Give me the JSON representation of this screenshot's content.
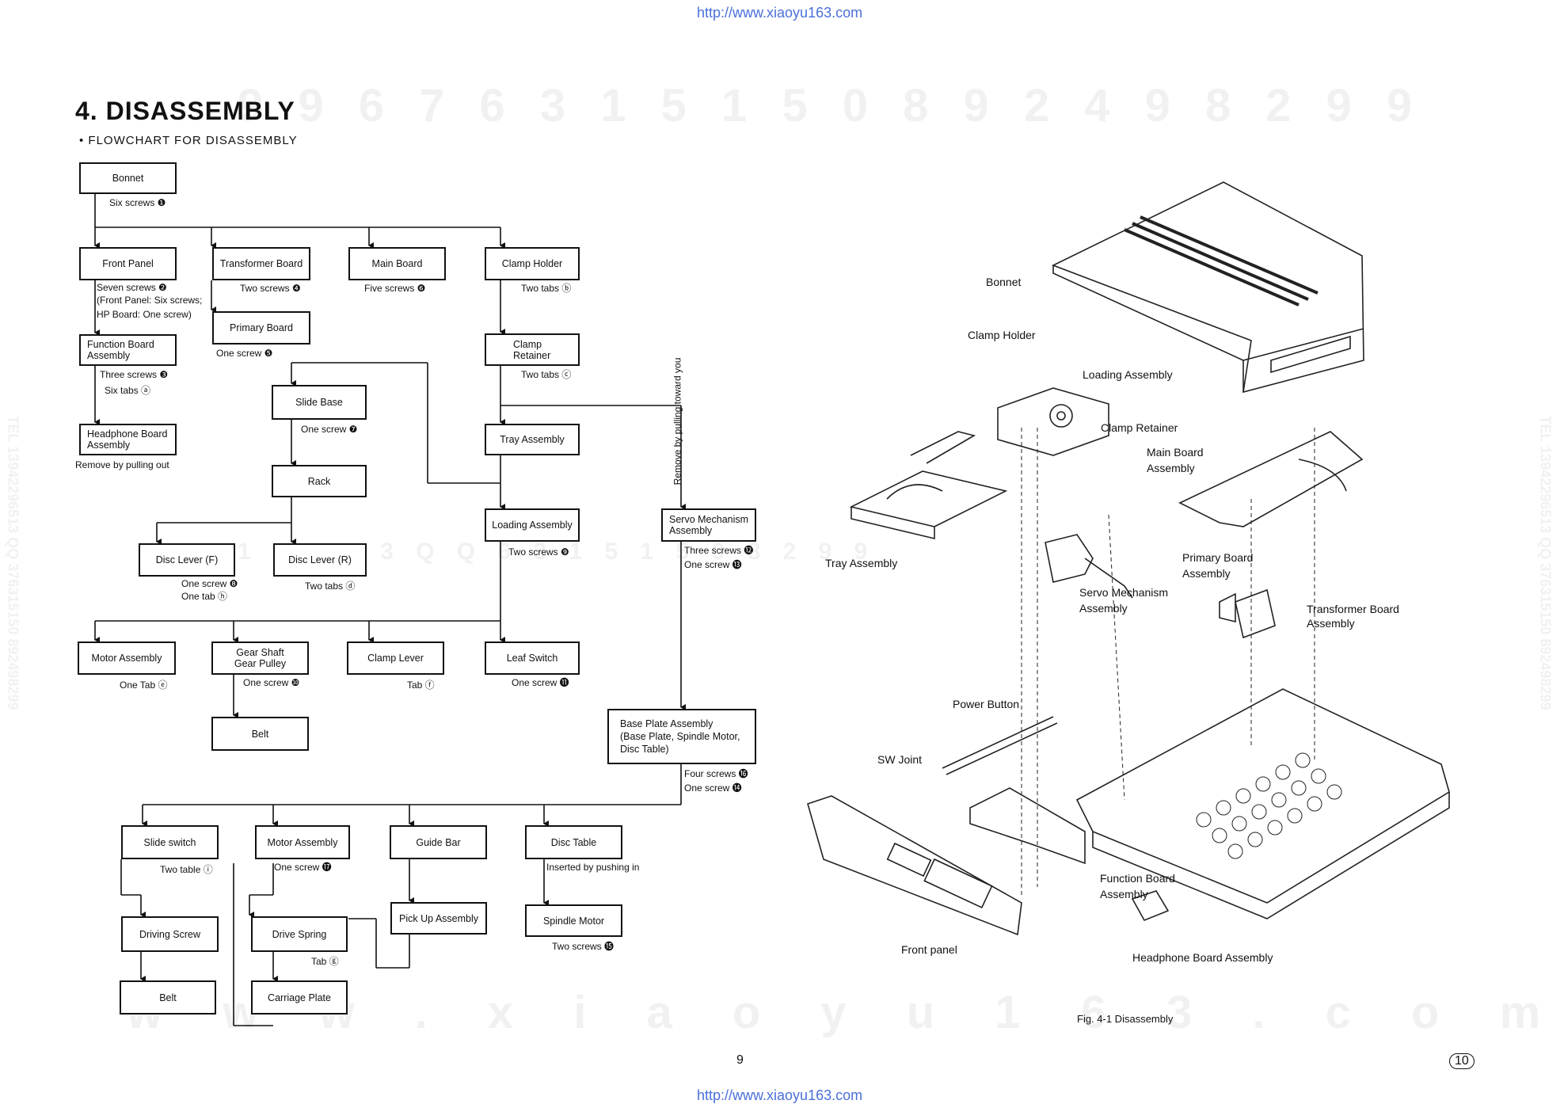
{
  "header_url": "http://www.xiaoyu163.com",
  "footer_url": "http://www.xiaoyu163.com",
  "title": "4.  DISASSEMBLY",
  "subtitle": "• FLOWCHART FOR DISASSEMBLY",
  "watermarks": {
    "top": "9 9 6 7 6 3 1 5 1 5 0     8 9 2 4 9 8 2 9 9",
    "middle": "1 2 9 6 3   Q Q   6 3 1 5 1 5 0   8 2 9 9",
    "bottom": "w w w . x i a o y u 1 6 3 . c o m",
    "side_left": "TEL 13942296513  QQ 376315150  892498299",
    "side_right": "TEL 13942296513  QQ 376315150  892498299"
  },
  "flow": {
    "nodes": {
      "bonnet": "Bonnet",
      "front_panel": "Front Panel",
      "transformer_board": "Transformer Board",
      "main_board": "Main Board",
      "clamp_holder": "Clamp Holder",
      "primary_board": "Primary Board",
      "function_board_1": "Function Board",
      "function_board_2": "Assembly",
      "clamp_retainer_1": "Clamp",
      "clamp_retainer_2": "Retainer",
      "headphone_board_1": "Headphone Board",
      "headphone_board_2": "Assembly",
      "slide_base": "Slide Base",
      "tray_assembly": "Tray Assembly",
      "rack": "Rack",
      "loading_assembly": "Loading Assembly",
      "servo_1": "Servo Mechanism",
      "servo_2": "Assembly",
      "disc_lever_f": "Disc Lever (F)",
      "disc_lever_r": "Disc Lever (R)",
      "motor_assembly_1": "Motor Assembly",
      "gear_shaft_1": "Gear Shaft",
      "gear_shaft_2": "Gear Pulley",
      "clamp_lever": "Clamp Lever",
      "leaf_switch": "Leaf Switch",
      "belt_1": "Belt",
      "base_plate_1": "Base Plate Assembly",
      "base_plate_2": "(Base Plate, Spindle Motor,",
      "base_plate_3": "Disc Table)",
      "slide_switch": "Slide switch",
      "motor_assembly_2": "Motor Assembly",
      "guide_bar": "Guide Bar",
      "disc_table": "Disc Table",
      "pick_up": "Pick Up Assembly",
      "spindle_motor": "Spindle Motor",
      "driving_screw": "Driving Screw",
      "drive_spring": "Drive Spring",
      "belt_2": "Belt",
      "carriage_plate": "Carriage Plate"
    },
    "notes": {
      "bonnet": "Six screws ❶",
      "front_panel_1": "Seven screws ❷",
      "front_panel_2": "(Front Panel:  Six screws;",
      "front_panel_3": "HP Board:  One screw)",
      "transformer": "Two screws ❹",
      "main_board": "Five screws ❻",
      "clamp_holder": "Two tabs ⓑ",
      "primary_board": "One screw ❺",
      "function_board_1": "Three screws ❸",
      "function_board_2": "Six tabs ⓐ",
      "clamp_retainer": "Two tabs ⓒ",
      "headphone": "Remove by pulling out",
      "slide_base": "One screw ❼",
      "loading": "Two screws ❾",
      "servo_1": "Three screws ⓬",
      "servo_2": "One screw ⓭",
      "servo_vertical": "Remove by pulling toward you",
      "disc_lever_f_1": "One screw ❽",
      "disc_lever_f_2": "One tab ⓗ",
      "disc_lever_r": "Two tabs ⓓ",
      "motor_assembly_1": "One Tab ⓔ",
      "gear_shaft": "One screw ❿",
      "clamp_lever": "Tab ⓕ",
      "leaf_switch": "One screw ⓫",
      "base_plate_1": "Four screws ⓰",
      "base_plate_2": "One screw ⓮",
      "slide_switch": "Two table ⓘ",
      "motor_assembly_2": "One screw ⓱",
      "disc_table": "Inserted by pushing in",
      "spindle_motor": "Two screws ⓯",
      "drive_spring": "Tab ⓖ"
    }
  },
  "exploded_view": {
    "labels": {
      "bonnet": "Bonnet",
      "clamp_holder": "Clamp Holder",
      "loading_assembly": "Loading Assembly",
      "clamp_retainer": "Clamp Retainer",
      "main_board_1": "Main Board",
      "main_board_2": "Assembly",
      "tray_assembly": "Tray Assembly",
      "primary_board_1": "Primary Board",
      "primary_board_2": "Assembly",
      "servo_1": "Servo Mechanism",
      "servo_2": "Assembly",
      "transformer_1": "Transformer Board",
      "transformer_2": "Assembly",
      "power_button": "Power Button",
      "sw_joint": "SW Joint",
      "function_board_1": "Function Board",
      "function_board_2": "Assembly",
      "front_panel": "Front panel",
      "headphone_board": "Headphone Board Assembly"
    },
    "caption": "Fig. 4-1 Disassembly"
  },
  "page_numbers": {
    "left": "9",
    "right": "10"
  }
}
